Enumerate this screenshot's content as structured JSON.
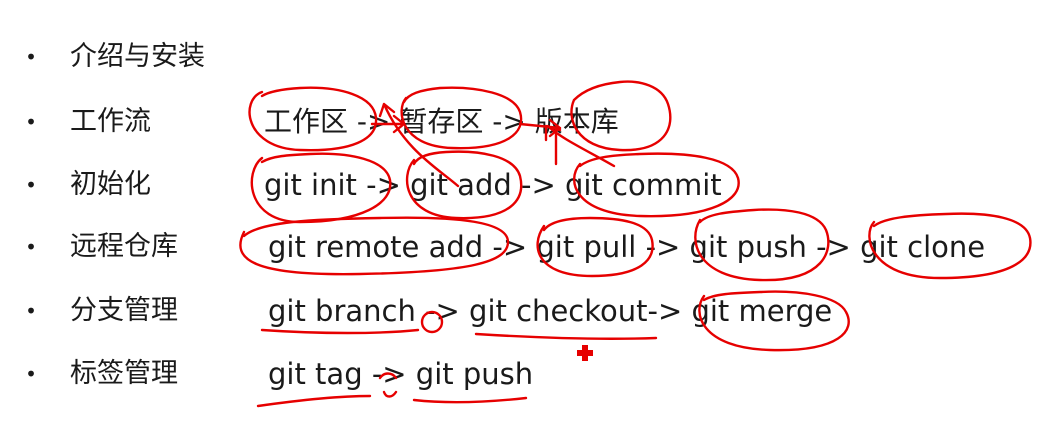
{
  "rows": [
    {
      "bullet": "•",
      "topic": "介绍与安装",
      "flow": ""
    },
    {
      "bullet": "•",
      "topic": "工作流",
      "flow": "工作区 -> 暂存区 -> 版本库"
    },
    {
      "bullet": "•",
      "topic": "初始化",
      "flow": "git init -> git add -> git commit"
    },
    {
      "bullet": "•",
      "topic": "远程仓库",
      "flow": "git remote add -> git pull -> git push -> git clone"
    },
    {
      "bullet": "•",
      "topic": "分支管理",
      "flow": "git branch -> git checkout-> git merge"
    },
    {
      "bullet": "•",
      "topic": "标签管理",
      "flow": "git tag -> git push"
    }
  ],
  "annotation_color": "#e60000"
}
